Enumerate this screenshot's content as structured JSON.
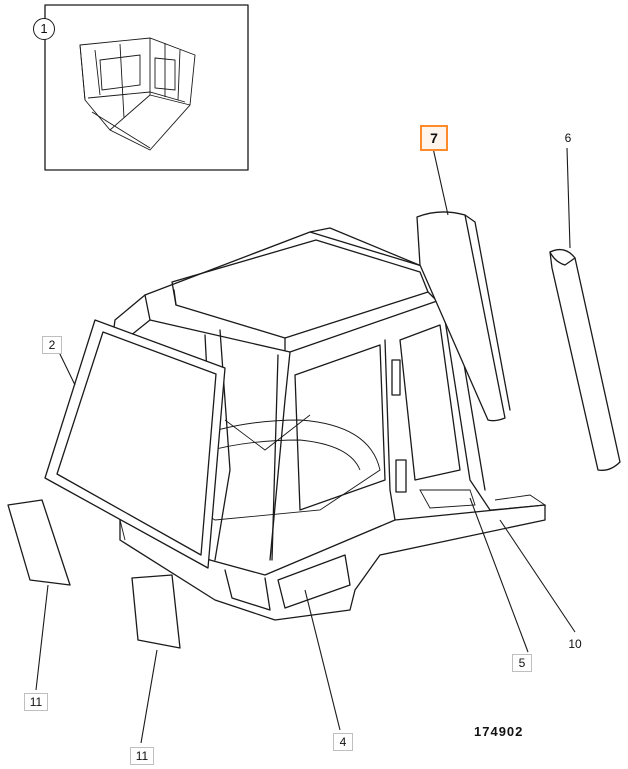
{
  "inset": {
    "number": "1"
  },
  "callouts": [
    {
      "id": "part-2",
      "label": "2"
    },
    {
      "id": "part-4",
      "label": "4"
    },
    {
      "id": "part-5",
      "label": "5"
    },
    {
      "id": "part-6",
      "label": "6"
    },
    {
      "id": "part-7",
      "label": "7"
    },
    {
      "id": "part-10",
      "label": "10"
    },
    {
      "id": "part-11a",
      "label": "11"
    },
    {
      "id": "part-11b",
      "label": "11"
    }
  ],
  "drawing_number": "174902",
  "colors": {
    "highlight": "#ff8a2a",
    "ink": "#1a1a1a"
  }
}
